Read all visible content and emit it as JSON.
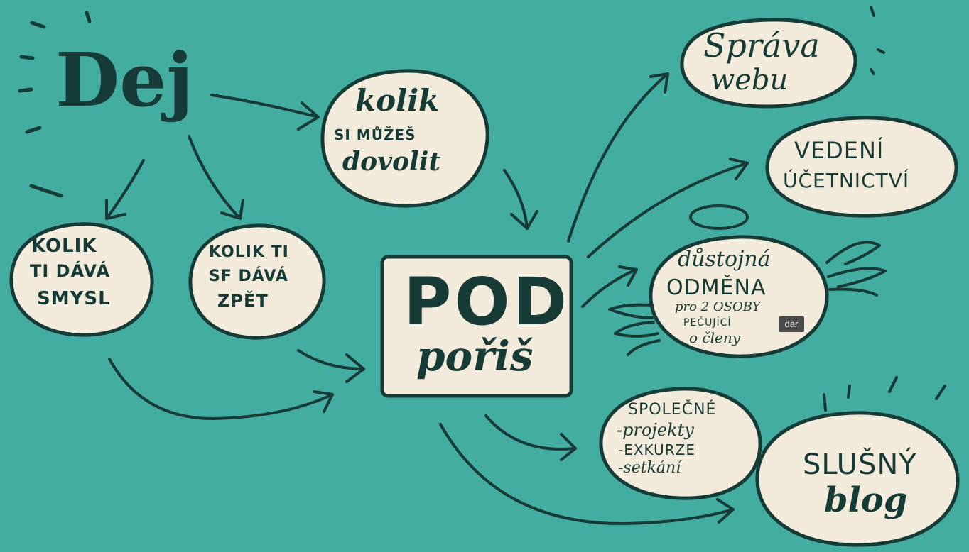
{
  "nodes": {
    "dej": "Dej",
    "kolik_muzes_1": "kolik",
    "kolik_muzes_2": "SI MŮŽEŠ",
    "kolik_muzes_3": "dovolit",
    "smysl_1": "KOLIK",
    "smysl_2": "TI DÁVÁ",
    "smysl_3": "SMYSL",
    "zpet_1": "KOLIK TI",
    "zpet_2": "SF DÁVÁ",
    "zpet_3": "ZPĚT",
    "pod_1": "POD",
    "pod_2": "pořiš",
    "sprava_1": "Správa",
    "sprava_2": "webu",
    "vedeni_1": "VEDENÍ",
    "vedeni_2": "ÚČETNICTVÍ",
    "odmena_1": "důstojná",
    "odmena_2": "ODMĚNA",
    "odmena_3": "pro 2 OSOBY",
    "odmena_4": "PEČUJÍCÍ",
    "odmena_5": "o členy",
    "spolecne_1": "SPOLEČNÉ",
    "spolecne_2": "-projekty",
    "spolecne_3": "-EXKURZE",
    "spolecne_4": "-setkání",
    "blog_1": "SLUŠNÝ",
    "blog_2": "blog"
  },
  "tooltip": "dar",
  "colors": {
    "background": "#44ada1",
    "bubble": "#f3ecdc",
    "ink": "#163a35"
  }
}
